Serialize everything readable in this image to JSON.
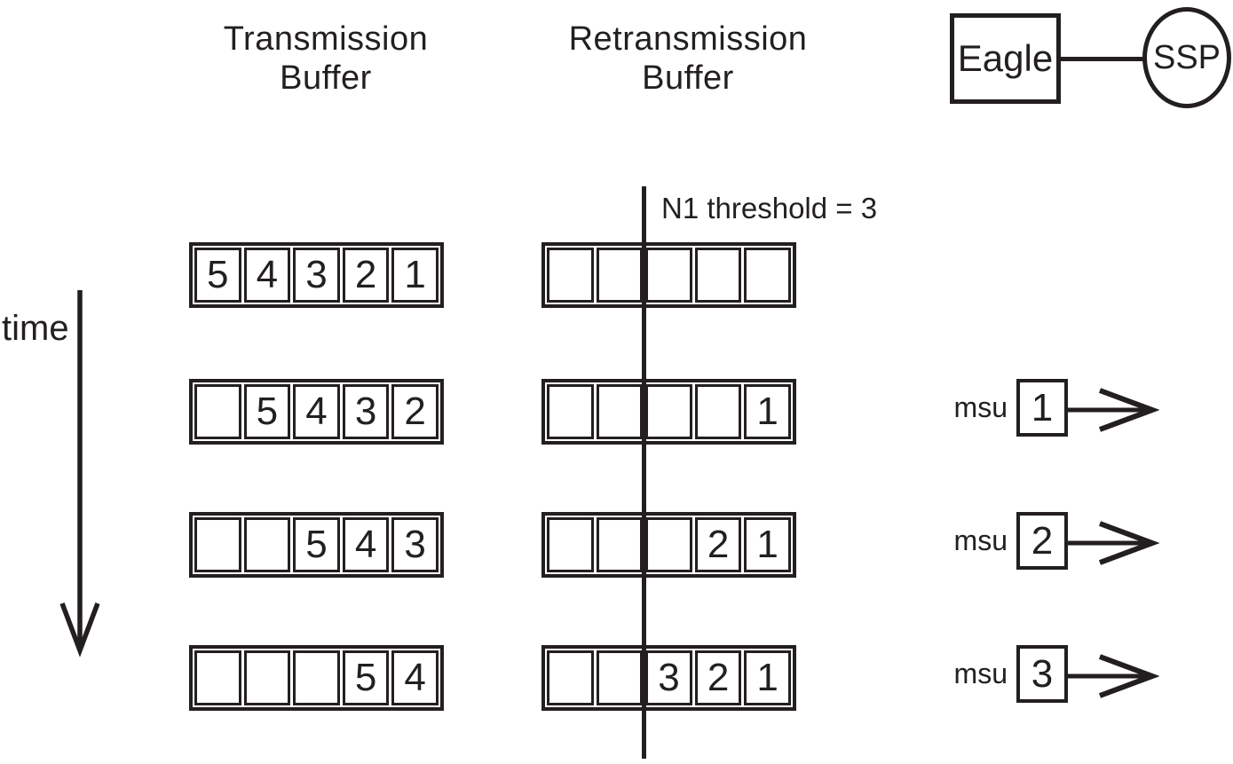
{
  "colors": {
    "ink": "#231f20",
    "background": "#ffffff"
  },
  "columns": {
    "transmission": {
      "title": "Transmission\nBuffer"
    },
    "retransmission": {
      "title": "Retransmission\nBuffer"
    }
  },
  "network": {
    "node_label": "Eagle",
    "endpoint_label": "SSP"
  },
  "threshold": {
    "label": "N1 threshold = 3"
  },
  "time_axis": {
    "label": "time"
  },
  "buffer_rows": [
    {
      "tx": [
        "5",
        "4",
        "3",
        "2",
        "1"
      ],
      "rtx": [
        "",
        "",
        "",
        "",
        ""
      ]
    },
    {
      "tx": [
        "",
        "5",
        "4",
        "3",
        "2"
      ],
      "rtx": [
        "",
        "",
        "",
        "",
        "1"
      ]
    },
    {
      "tx": [
        "",
        "",
        "5",
        "4",
        "3"
      ],
      "rtx": [
        "",
        "",
        "",
        "2",
        "1"
      ]
    },
    {
      "tx": [
        "",
        "",
        "",
        "5",
        "4"
      ],
      "rtx": [
        "",
        "",
        "3",
        "2",
        "1"
      ]
    }
  ],
  "msu_events": [
    {
      "label": "msu",
      "seq": "1"
    },
    {
      "label": "msu",
      "seq": "2"
    },
    {
      "label": "msu",
      "seq": "3"
    }
  ]
}
